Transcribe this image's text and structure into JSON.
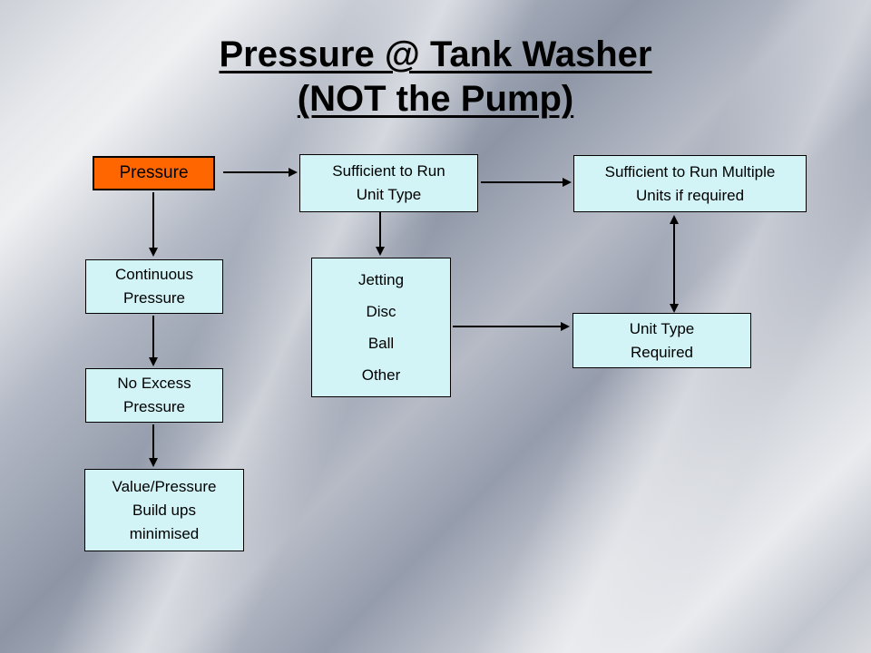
{
  "slide": {
    "title": {
      "line1": "Pressure @ Tank Washer",
      "line2": "(NOT the Pump)"
    }
  },
  "colors": {
    "accent_fill": "#FF6600",
    "box_fill": "#D2F4F7",
    "box_border": "#000000",
    "arrow": "#000000",
    "text": "#000000"
  },
  "nodes": {
    "pressure": {
      "label": "Pressure"
    },
    "sufficient_unit": {
      "line1": "Sufficient to Run",
      "line2": "Unit Type"
    },
    "sufficient_multiple": {
      "line1": "Sufficient to Run Multiple",
      "line2": "Units if required"
    },
    "continuous_pressure": {
      "line1": "Continuous",
      "line2": "Pressure"
    },
    "unit_options": {
      "items": [
        "Jetting",
        "Disc",
        "Ball",
        "Other"
      ]
    },
    "unit_type_required": {
      "line1": "Unit Type",
      "line2": "Required"
    },
    "no_excess_pressure": {
      "line1": "No Excess",
      "line2": "Pressure"
    },
    "value_pressure": {
      "line1": "Value/Pressure",
      "line2": "Build ups",
      "line3": "minimised"
    }
  }
}
